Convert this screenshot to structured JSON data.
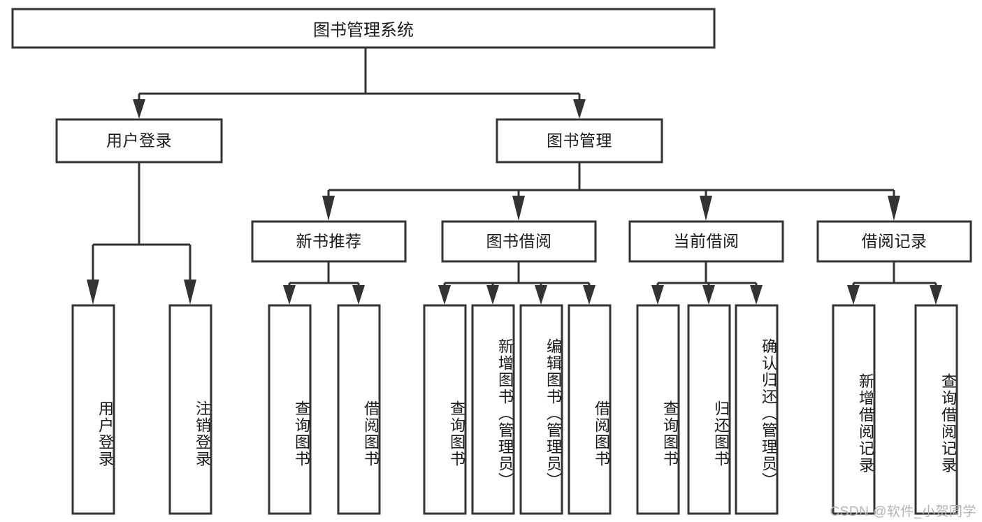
{
  "diagram": {
    "title": "图书管理系统",
    "watermark": "CSDN @软件_小贺同学",
    "colors": {
      "stroke": "#333333",
      "fill": "#ffffff",
      "text": "#1a1a1a",
      "watermark": "#b3b3b3",
      "background": "#ffffff"
    },
    "nodes": {
      "root": {
        "label": "图书管理系统"
      },
      "level2": [
        {
          "id": "user-login",
          "label": "用户登录"
        },
        {
          "id": "book-management",
          "label": "图书管理"
        }
      ],
      "level3": [
        {
          "id": "new-book-recommend",
          "label": "新书推荐"
        },
        {
          "id": "book-borrow",
          "label": "图书借阅"
        },
        {
          "id": "current-borrow",
          "label": "当前借阅"
        },
        {
          "id": "borrow-record",
          "label": "借阅记录"
        }
      ],
      "leaves": {
        "user-login": [
          {
            "id": "leaf-user-login",
            "label": "用户登录"
          },
          {
            "id": "leaf-user-logout",
            "label": "注销登录"
          }
        ],
        "new-book-recommend": [
          {
            "id": "leaf-query-book-1",
            "label": "查询图书"
          },
          {
            "id": "leaf-borrow-book-1",
            "label": "借阅图书"
          }
        ],
        "book-borrow": [
          {
            "id": "leaf-query-book-2",
            "label": "查询图书"
          },
          {
            "id": "leaf-add-book",
            "label": "新增图书（管理员）"
          },
          {
            "id": "leaf-edit-book",
            "label": "编辑图书（管理员）"
          },
          {
            "id": "leaf-borrow-book-2",
            "label": "借阅图书"
          }
        ],
        "current-borrow": [
          {
            "id": "leaf-query-book-3",
            "label": "查询图书"
          },
          {
            "id": "leaf-return-book",
            "label": "归还图书"
          },
          {
            "id": "leaf-confirm-return",
            "label": "确认归还（管理员）"
          }
        ],
        "borrow-record": [
          {
            "id": "leaf-add-record",
            "label": "新增借阅记录"
          },
          {
            "id": "leaf-query-record",
            "label": "查询借阅记录"
          }
        ]
      }
    }
  }
}
